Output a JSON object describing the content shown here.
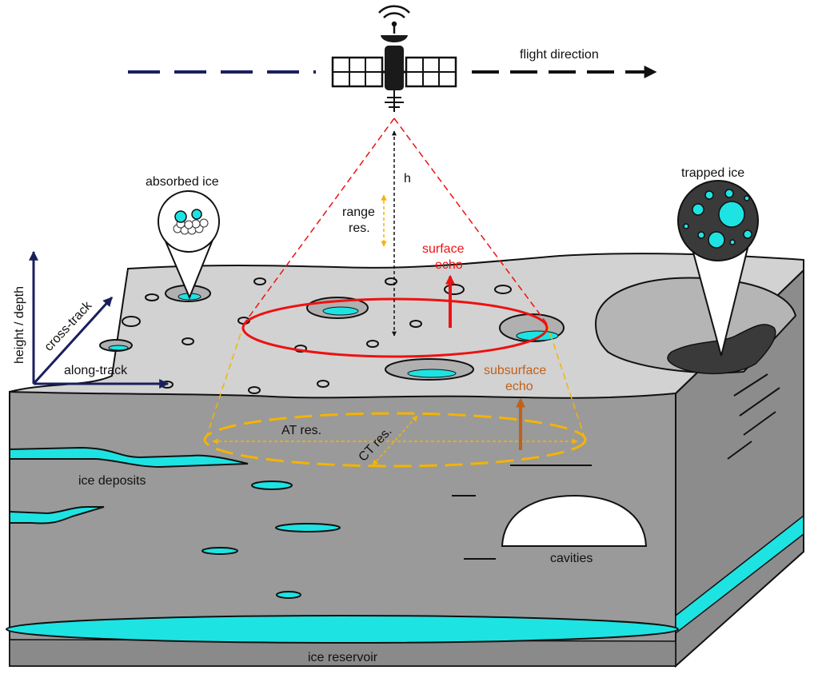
{
  "labels": {
    "flight_direction": "flight direction",
    "h": "h",
    "range_res_line1": "range",
    "range_res_line2": "res.",
    "surface_echo_line1": "surface",
    "surface_echo_line2": "echo",
    "subsurface_echo_line1": "subsurface",
    "subsurface_echo_line2": "echo",
    "absorbed_ice": "absorbed ice",
    "trapped_ice": "trapped ice",
    "height_depth": "height / depth",
    "cross_track": "cross-track",
    "along_track": "along-track",
    "at_res": "AT res.",
    "ct_res": "CT res.",
    "ice_deposits": "ice deposits",
    "cavities": "cavities",
    "ice_reservoir": "ice reservoir"
  },
  "colors": {
    "ice": "#1ee3e3",
    "surface_top": "#d2d2d2",
    "block_side": "#9a9a9a",
    "block_side_dark": "#888888",
    "surface_echo": "#ee1111",
    "subsurface_echo": "#c0601a",
    "footprint": "#f4b400",
    "axes": "#1a1f5c",
    "outline": "#111111"
  },
  "icons": {
    "satellite": "satellite-icon",
    "signal": "wifi-signal-icon"
  }
}
